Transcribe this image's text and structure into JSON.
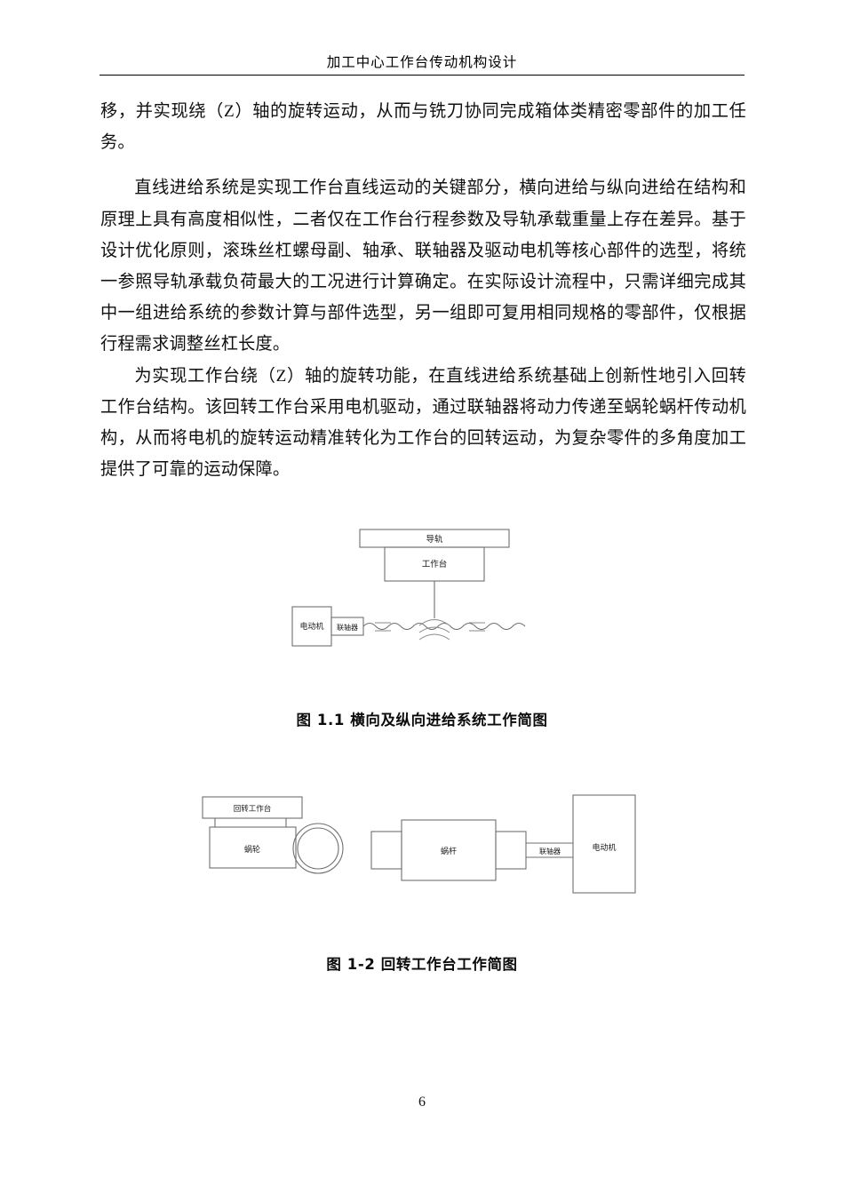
{
  "header": {
    "title": "加工中心工作台传动机构设计"
  },
  "body": {
    "paragraphs": [
      "移，并实现绕（Z）轴的旋转运动，从而与铣刀协同完成箱体类精密零部件的加工任务。",
      "直线进给系统是实现工作台直线运动的关键部分，横向进给与纵向进给在结构和原理上具有高度相似性，二者仅在工作台行程参数及导轨承载重量上存在差异。基于设计优化原则，滚珠丝杠螺母副、轴承、联轴器及驱动电机等核心部件的选型，将统一参照导轨承载负荷最大的工况进行计算确定。在实际设计流程中，只需详细完成其中一组进给系统的参数计算与部件选型，另一组即可复用相同规格的零部件，仅根据行程需求调整丝杠长度。",
      "为实现工作台绕（Z）轴的旋转功能，在直线进给系统基础上创新性地引入回转工作台结构。该回转工作台采用电机驱动，通过联轴器将动力传递至蜗轮蜗杆传动机构，从而将电机的旋转运动精准转化为工作台的回转运动，为复杂零件的多角度加工提供了可靠的运动保障。"
    ]
  },
  "figure_1_1": {
    "caption": "图 1.1  横向及纵向进给系统工作简图",
    "labels": {
      "guide_rail": "导轨",
      "worktable": "工作台",
      "motor": "电动机",
      "coupling": "联轴器"
    }
  },
  "figure_1_2": {
    "caption": "图 1-2  回转工作台工作简图",
    "labels": {
      "rotary_table": "回转工作台",
      "worm_wheel": "蜗轮",
      "worm": "蜗杆",
      "coupling": "联轴器",
      "motor": "电动机"
    }
  },
  "footer": {
    "page_number": "6"
  },
  "colors": {
    "text": "#101010",
    "rule": "#000000",
    "diagram_stroke": "#6f6f6f",
    "diagram_stroke_dark": "#555555"
  }
}
